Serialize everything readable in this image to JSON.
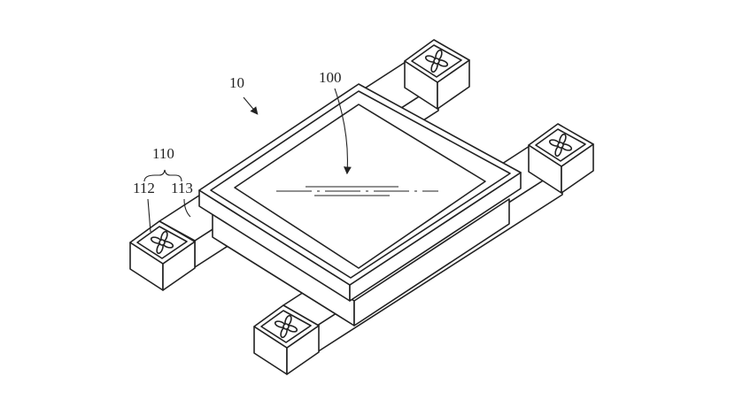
{
  "figure": {
    "labels": {
      "device": "10",
      "display": "100",
      "module_group": "110",
      "fan": "112",
      "arm": "113"
    },
    "colors": {
      "line": "#222222",
      "background": "#ffffff"
    }
  }
}
